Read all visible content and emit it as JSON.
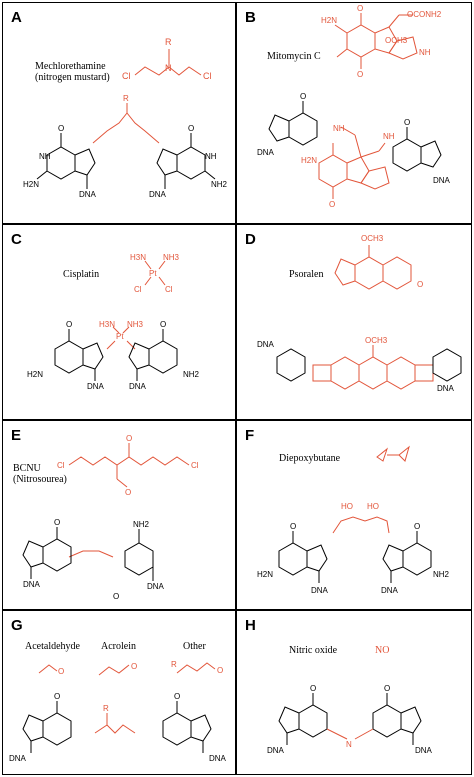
{
  "colors": {
    "adduct": "#e2553a",
    "structure": "#000000"
  },
  "panels": [
    {
      "letter": "A",
      "name": "Mechlorethamine",
      "subname": "(nitrogen mustard)"
    },
    {
      "letter": "B",
      "name": "Mitomycin C"
    },
    {
      "letter": "C",
      "name": "Cisplatin"
    },
    {
      "letter": "D",
      "name": "Psoralen"
    },
    {
      "letter": "E",
      "name": "BCNU",
      "subname": "(Nitrosourea)"
    },
    {
      "letter": "F",
      "name": "Diepoxybutane"
    },
    {
      "letter": "G",
      "labels": [
        "Acetaldehyde",
        "Acrolein",
        "Other"
      ]
    },
    {
      "letter": "H",
      "name": "Nitric oxide",
      "formula": "NO"
    }
  ],
  "atoms": {
    "dna": "DNA",
    "r": "R",
    "cl": "Cl",
    "n": "N",
    "nh": "NH",
    "h2n": "H2N",
    "nh2": "NH2",
    "o": "O",
    "oh": "HO",
    "och3": "OCH3",
    "oconh2": "OCONH2",
    "pt": "Pt",
    "h3n": "H3N",
    "nh3": "NH3",
    "plus": "+"
  }
}
